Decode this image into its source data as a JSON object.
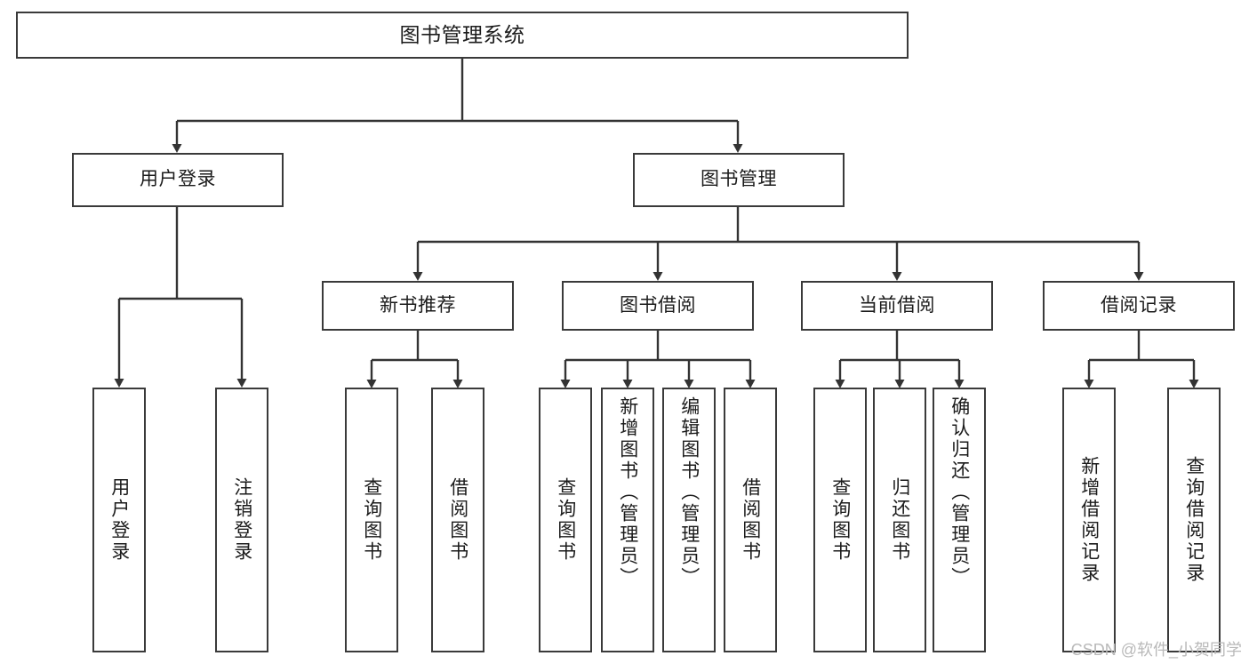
{
  "diagram": {
    "title": "图书管理系统",
    "type": "hierarchy-tree",
    "background_color": "#ffffff",
    "border_color": "#3a3a3a",
    "text_color": "#1b1b1b",
    "root": {
      "label": "图书管理系统"
    },
    "level2": [
      {
        "label": "用户登录"
      },
      {
        "label": "图书管理"
      }
    ],
    "level3": [
      {
        "label": "新书推荐"
      },
      {
        "label": "图书借阅"
      },
      {
        "label": "当前借阅"
      },
      {
        "label": "借阅记录"
      }
    ],
    "leaves": {
      "user_login": [
        {
          "label": "用户登录"
        },
        {
          "label": "注销登录"
        }
      ],
      "new_book_recommend": [
        {
          "label": "查询图书"
        },
        {
          "label": "借阅图书"
        }
      ],
      "book_borrow": [
        {
          "label": "查询图书"
        },
        {
          "label": "新增图书（管理员）"
        },
        {
          "label": "编辑图书（管理员）"
        },
        {
          "label": "借阅图书"
        }
      ],
      "current_borrow": [
        {
          "label": "查询图书"
        },
        {
          "label": "归还图书"
        },
        {
          "label": "确认归还（管理员）"
        }
      ],
      "borrow_record": [
        {
          "label": "新增借阅记录"
        },
        {
          "label": "查询借阅记录"
        }
      ]
    }
  },
  "watermark": {
    "text": "CSDN @软件_小贺同学",
    "color": "#b9b9b9"
  }
}
